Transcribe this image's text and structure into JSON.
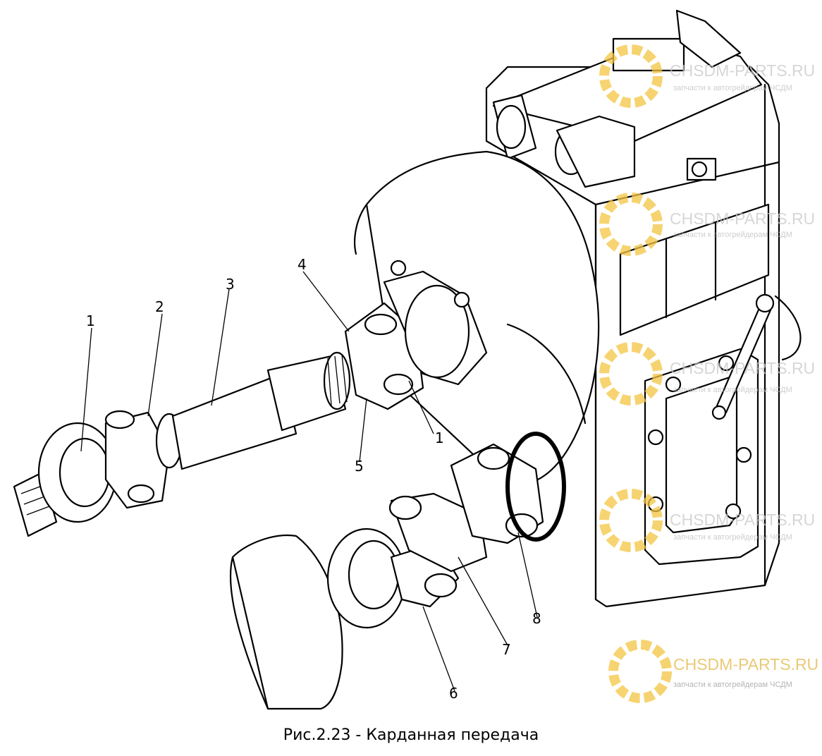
{
  "caption": "Рис.2.23 - Карданная передача",
  "callouts": [
    "1",
    "2",
    "3",
    "4",
    "5",
    "1",
    "8",
    "7",
    "6"
  ],
  "watermark": {
    "brand": "CHSDM-PARTS.RU",
    "tagline": "запчасти к автогрейдерам ЧСДМ",
    "color": "#f4c542"
  },
  "icons": [
    "gear-logo-icon"
  ]
}
